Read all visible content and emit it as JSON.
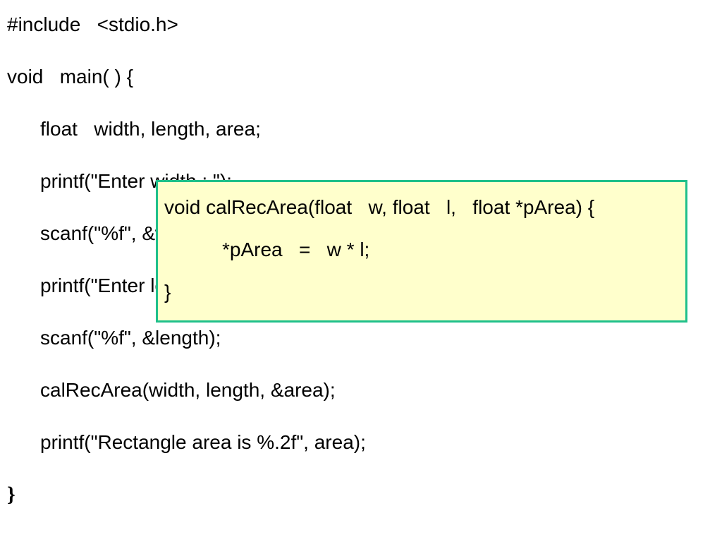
{
  "main_code": {
    "lines": [
      "#include   <stdio.h>",
      "void   main( ) {",
      "float   width, length, area;",
      "printf(\"Enter width : \");",
      "scanf(\"%f\", &width);",
      "printf(\"Enter length : \");",
      "scanf(\"%f\", &length);",
      "calRecArea(width, length, &area);",
      "printf(\"Rectangle area is %.2f\", area);",
      "}"
    ]
  },
  "popup_code": {
    "lines": [
      "void calRecArea(float   w, float   l,   float *pArea) {",
      "*pArea   =   w * l;",
      "}"
    ]
  },
  "colors": {
    "popup_background": "#ffffcc",
    "popup_border": "#1fc08a",
    "text": "#000000"
  }
}
